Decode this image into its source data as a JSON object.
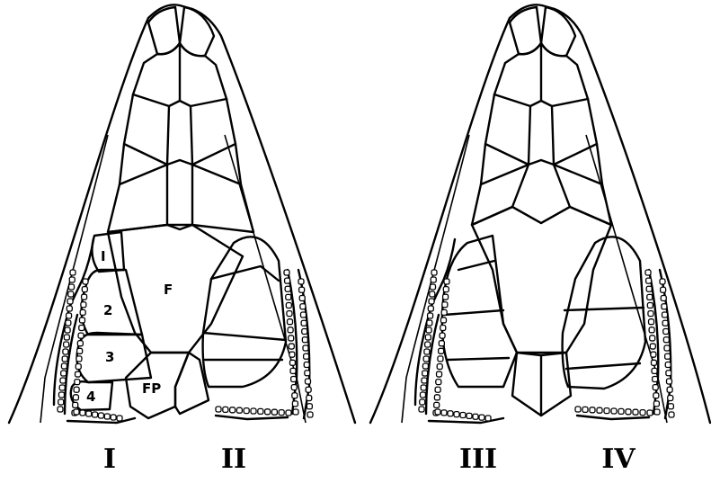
{
  "figure": {
    "scale_labels": {
      "one": "I",
      "two": "2",
      "three": "3",
      "four": "4",
      "frontal": "F",
      "frontoparietal": "FP"
    },
    "panel_labels": [
      "I",
      "II",
      "III",
      "IV"
    ]
  }
}
